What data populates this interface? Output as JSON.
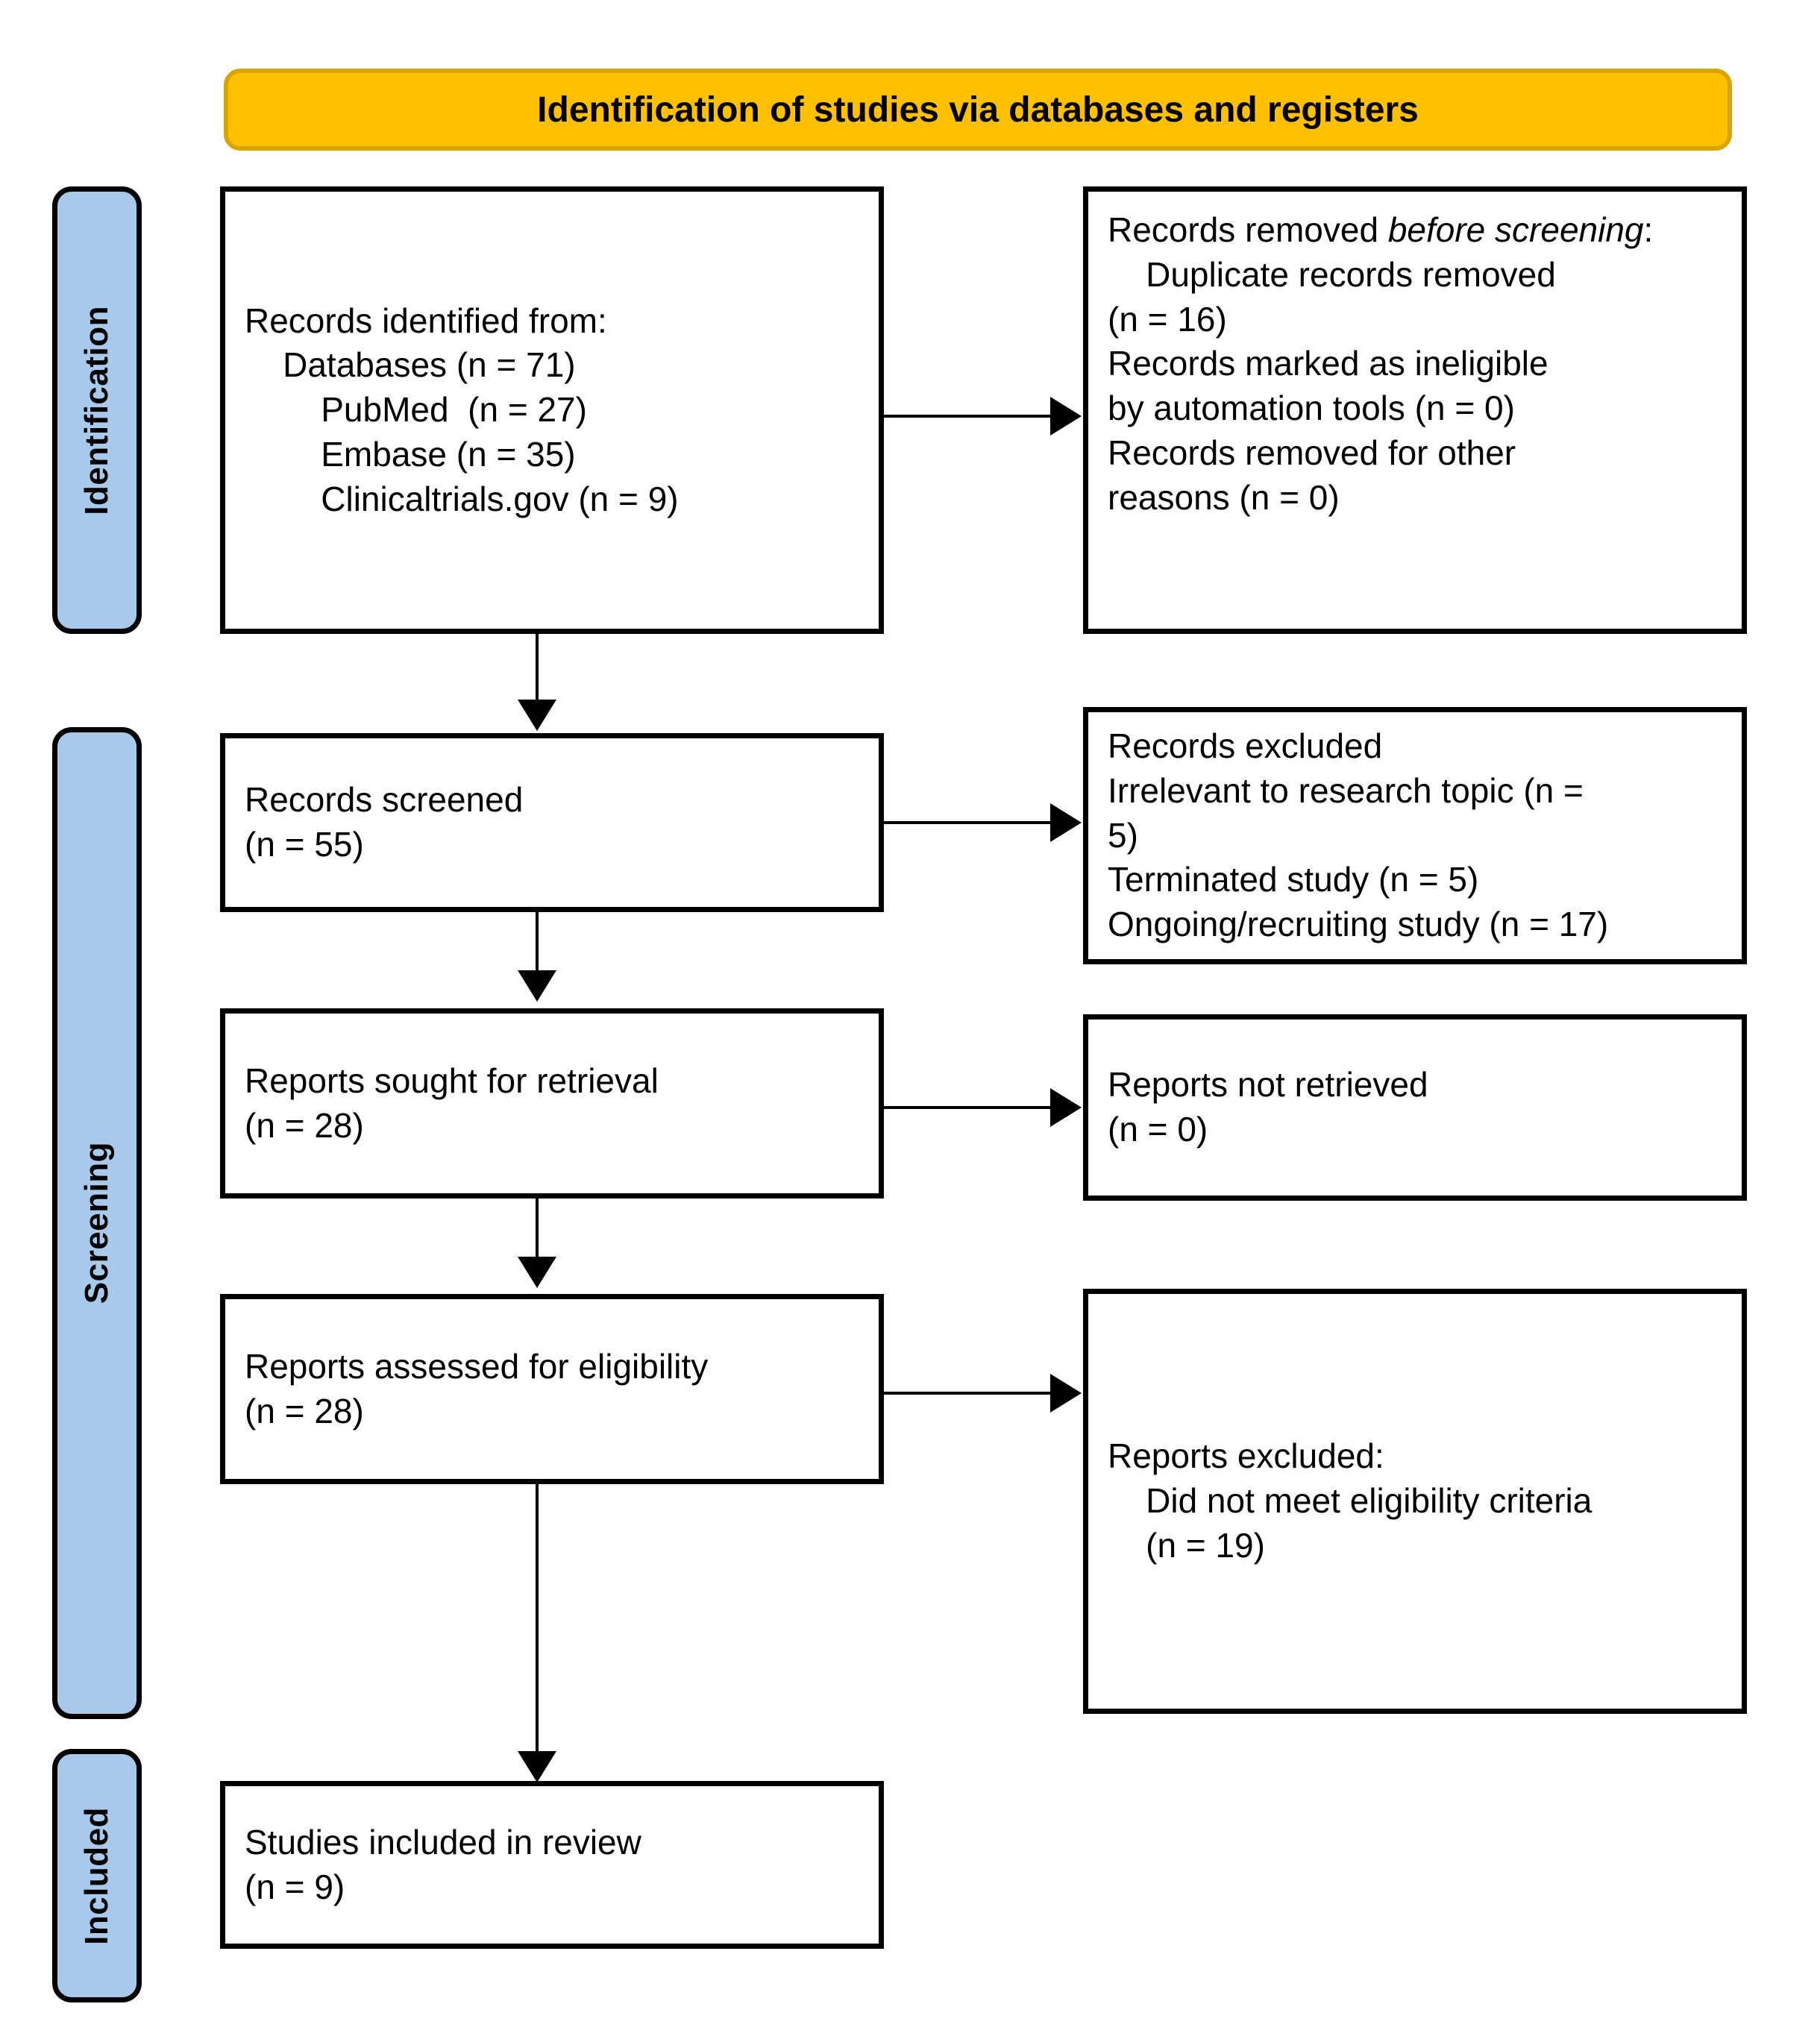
{
  "diagram": {
    "title": "Identification of studies via databases and registers",
    "accent_amber": "#FFC000",
    "accent_blue": "#A9C9EA"
  },
  "stages": [
    {
      "id": "identification",
      "label": "Identification"
    },
    {
      "id": "screening",
      "label": "Screening"
    },
    {
      "id": "included",
      "label": "Included"
    }
  ],
  "boxes": {
    "records_identified": {
      "text": "Records identified from:\n    Databases (n = 71)\n        PubMed  (n = 27)\n        Embase (n = 35)\n        Clinicaltrials.gov (n = 9)"
    },
    "records_removed": {
      "lead": "Records removed ",
      "italic_a": "before",
      "italic_b": "screening",
      "colon": ":",
      "rest": "\n    Duplicate records removed\n(n = 16)\nRecords marked as ineligible\nby automation tools (n = 0)\nRecords removed for other\nreasons (n = 0)"
    },
    "records_screened": {
      "text": "Records screened\n(n = 55)"
    },
    "records_excluded": {
      "text": "Records excluded\nIrrelevant to research topic (n =\n5)\nTerminated study (n = 5)\nOngoing/recruiting study (n = 17)"
    },
    "reports_sought": {
      "text": "Reports sought for retrieval\n(n = 28)"
    },
    "reports_not_retrieved": {
      "text": "Reports not retrieved\n(n = 0)"
    },
    "reports_assessed": {
      "text": "Reports assessed for eligibility\n(n = 28)"
    },
    "reports_excluded": {
      "text": "Reports excluded:\n    Did not meet eligibility criteria\n    (n = 19)"
    },
    "studies_included": {
      "text": "Studies included in review\n(n = 9)"
    }
  },
  "chart_data": {
    "type": "diagram",
    "title": "Identification of studies via databases and registers",
    "nodes": [
      {
        "id": "records_identified",
        "stage": "Identification",
        "column": "left",
        "label": "Records identified from",
        "counts": {
          "Databases": 71,
          "PubMed": 27,
          "Embase": 35,
          "Clinicaltrials.gov": 9
        }
      },
      {
        "id": "records_removed",
        "stage": "Identification",
        "column": "right",
        "label": "Records removed before screening",
        "counts": {
          "Duplicate records removed": 16,
          "Records marked as ineligible by automation tools": 0,
          "Records removed for other reasons": 0
        }
      },
      {
        "id": "records_screened",
        "stage": "Screening",
        "column": "left",
        "label": "Records screened",
        "counts": {
          "n": 55
        }
      },
      {
        "id": "records_excluded",
        "stage": "Screening",
        "column": "right",
        "label": "Records excluded",
        "counts": {
          "Irrelevant to research topic": 5,
          "Terminated study": 5,
          "Ongoing/recruiting study": 17
        }
      },
      {
        "id": "reports_sought",
        "stage": "Screening",
        "column": "left",
        "label": "Reports sought for retrieval",
        "counts": {
          "n": 28
        }
      },
      {
        "id": "reports_not_retrieved",
        "stage": "Screening",
        "column": "right",
        "label": "Reports not retrieved",
        "counts": {
          "n": 0
        }
      },
      {
        "id": "reports_assessed",
        "stage": "Screening",
        "column": "left",
        "label": "Reports assessed for eligibility",
        "counts": {
          "n": 28
        }
      },
      {
        "id": "reports_excluded",
        "stage": "Screening",
        "column": "right",
        "label": "Reports excluded: Did not meet eligibility criteria",
        "counts": {
          "n": 19
        }
      },
      {
        "id": "studies_included",
        "stage": "Included",
        "column": "left",
        "label": "Studies included in review",
        "counts": {
          "n": 9
        }
      }
    ],
    "edges": [
      {
        "from": "records_identified",
        "to": "records_removed",
        "direction": "right"
      },
      {
        "from": "records_identified",
        "to": "records_screened",
        "direction": "down"
      },
      {
        "from": "records_screened",
        "to": "records_excluded",
        "direction": "right"
      },
      {
        "from": "records_screened",
        "to": "reports_sought",
        "direction": "down"
      },
      {
        "from": "reports_sought",
        "to": "reports_not_retrieved",
        "direction": "right"
      },
      {
        "from": "reports_sought",
        "to": "reports_assessed",
        "direction": "down"
      },
      {
        "from": "reports_assessed",
        "to": "reports_excluded",
        "direction": "right"
      },
      {
        "from": "reports_assessed",
        "to": "studies_included",
        "direction": "down"
      }
    ]
  }
}
